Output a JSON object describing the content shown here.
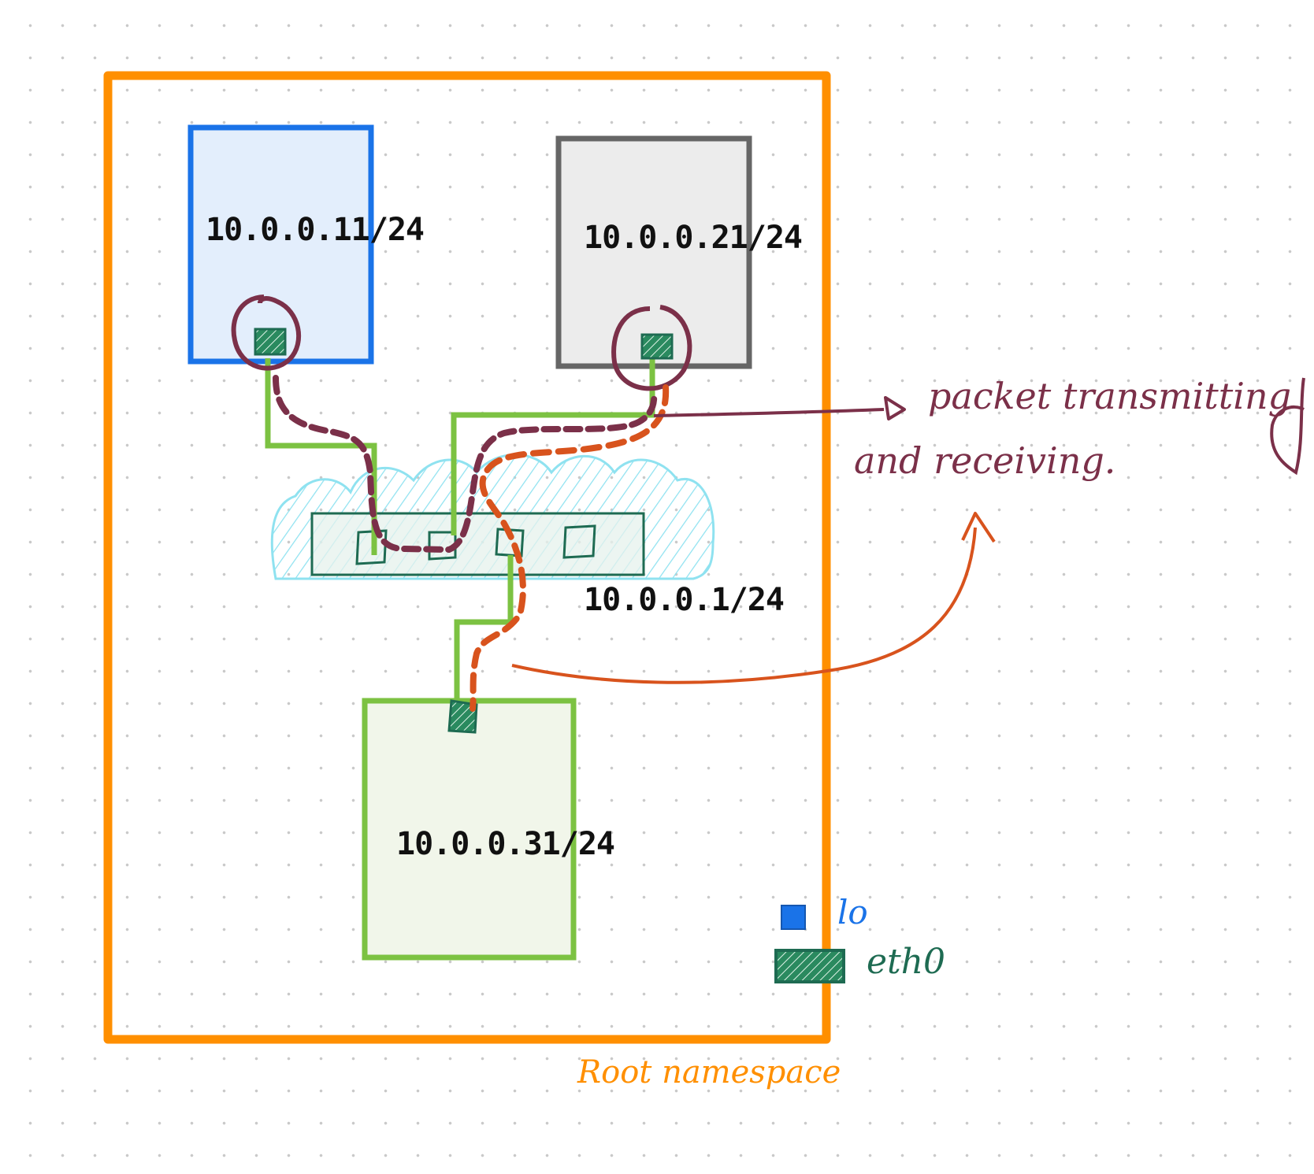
{
  "labels": {
    "ns1_ip": "10.0.0.11/24",
    "ns2_ip": "10.0.0.21/24",
    "bridge_ip": "10.0.0.1/24",
    "ns3_ip": "10.0.0.31/24",
    "annotation_line1": "packet transmitting",
    "annotation_line2": "and receiving.",
    "root_namespace": "Root namespace"
  },
  "legend": {
    "lo": "lo",
    "eth0": "eth0"
  },
  "colors": {
    "root_namespace_border": "#ff8f00",
    "ns1_border": "#1a73e8",
    "ns1_fill": "#e3eefc",
    "ns2_border": "#666666",
    "ns2_fill": "#ececec",
    "ns3_border": "#7cc242",
    "ns3_fill": "#f1f6ea",
    "bridge_border": "#1e6b52",
    "bridge_cloud": "#8fe2f0",
    "veth_cable": "#7cc242",
    "interface_green": "#1e6b52",
    "path_maroon": "#7b3049",
    "path_orange": "#d8531d",
    "annotation_text": "#7b3049"
  },
  "icons": [
    "eth0-interface-icon",
    "lo-interface-icon",
    "bridge-port-icon",
    "arrow-icon"
  ]
}
